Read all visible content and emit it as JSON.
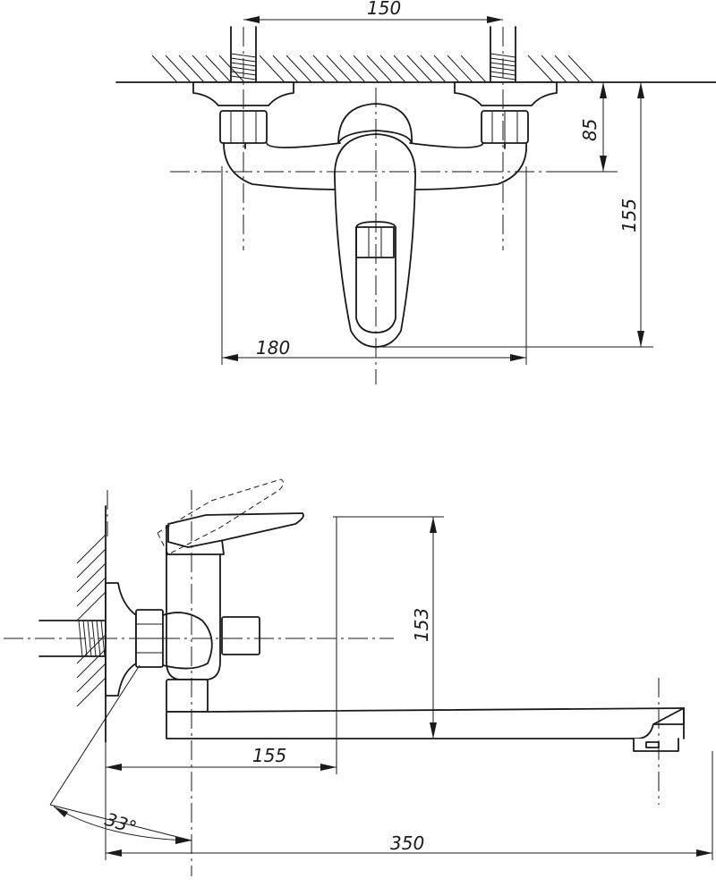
{
  "dimensions": {
    "width_between_inlets": "150",
    "inlet_to_axis_height": "85",
    "front_total_height": "155",
    "body_width": "180",
    "side_height": "153",
    "wall_to_body": "155",
    "total_length": "350",
    "handle_angle": "33°"
  }
}
